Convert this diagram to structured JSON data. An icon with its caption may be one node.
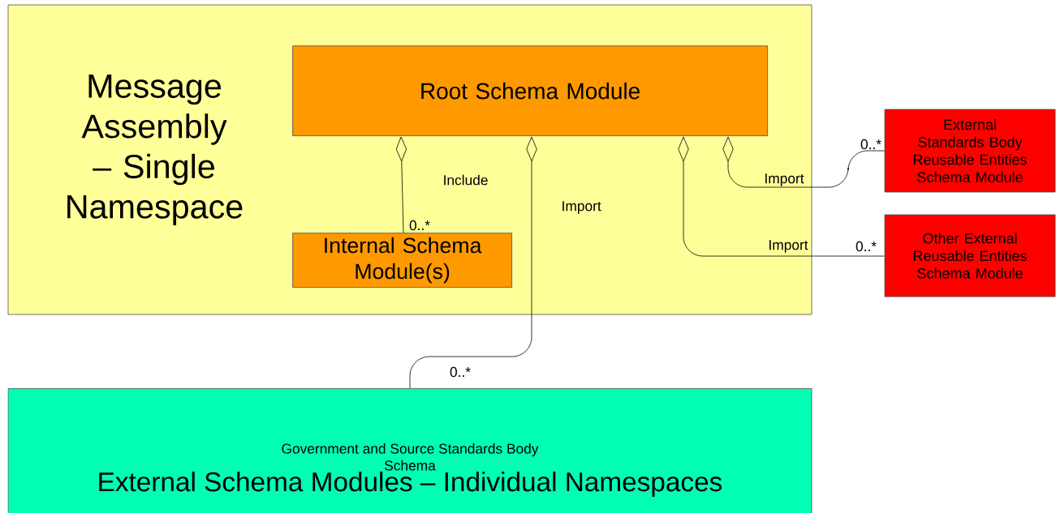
{
  "diagram": {
    "nodes": [
      {
        "text": [
          "Message Assembly – Single Namespace"
        ]
      },
      {
        "text": [
          "Root Schema Module"
        ],
        "in": 0
      },
      {
        "text": [
          "Internal Schema Module(s)"
        ],
        "in": 0
      },
      {
        "text": [
          "External Standards Body Reusable Entities Schema Module"
        ]
      },
      {
        "text": [
          "Other External Reusable Entities Schema Module"
        ]
      },
      {
        "text": [
          "Government and Source Standards Body Schema",
          "External Schema Modules – Individual Namespaces"
        ]
      }
    ],
    "edges": [
      {
        "from": 1,
        "to": 2,
        "arrow": "other",
        "label": "Include"
      },
      {
        "from": 1,
        "to": 5,
        "arrow": "other",
        "label": "Import"
      },
      {
        "from": 1,
        "to": 3,
        "arrow": "other",
        "label": "Import"
      },
      {
        "from": 1,
        "to": 4,
        "arrow": "other",
        "label": "Import"
      }
    ],
    "labels": [
      "0..*",
      "0..*",
      "0..*",
      "0..*"
    ]
  }
}
